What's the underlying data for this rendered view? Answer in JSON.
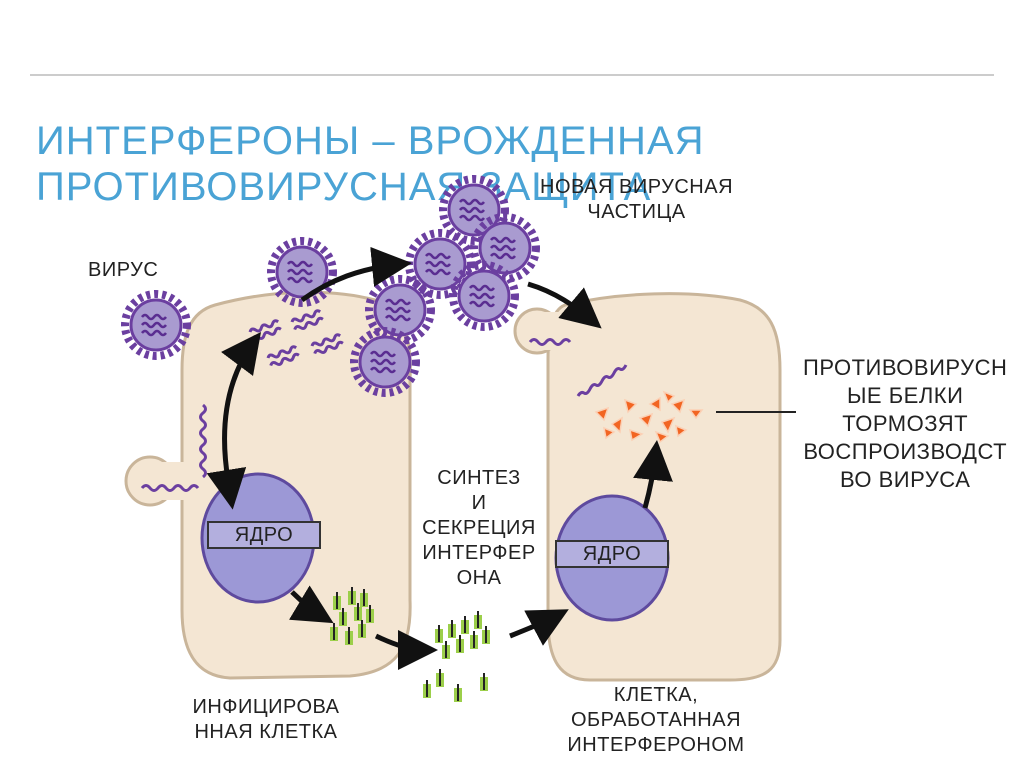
{
  "slide": {
    "title_line1": "ИНТЕРФЕРОНЫ – ВРОЖДЕННАЯ",
    "title_line2": "ПРОТИВОВИРУСНАЯ ЗАЩИТА"
  },
  "labels": {
    "virus": "ВИРУС",
    "new_particle_line1": "НОВАЯ ВИРУСНАЯ",
    "new_particle_line2": "ЧАСТИЦА",
    "antiviral_line1": "ПРОТИВОВИРУСН",
    "antiviral_line2": "ЫЕ БЕЛКИ",
    "antiviral_line3": "ТОРМОЗЯТ",
    "antiviral_line4": "ВОСПРОИЗВОДСТ",
    "antiviral_line5": "ВО ВИРУСА",
    "synthesis_line1": "СИНТЕЗ",
    "synthesis_line2": "И",
    "synthesis_line3": "СЕКРЕЦИЯ",
    "synthesis_line4": "ИНТЕРФЕР",
    "synthesis_line5": "ОНА",
    "nucleus_left": "ЯДРО",
    "nucleus_right": "ЯДРО",
    "infected_line1": "ИНФИЦИРОВА",
    "infected_line2": "ННАЯ КЛЕТКА",
    "treated_line1": "КЛЕТКА,",
    "treated_line2": "ОБРАБОТАННАЯ",
    "treated_line3": "ИНТЕРФЕРОНОМ"
  },
  "colors": {
    "title": "#4aa3d5",
    "cell_fill": "#f4e6d3",
    "cell_stroke": "#c9b59a",
    "virus_fill": "#a99bd0",
    "virus_stroke": "#6b3fa0",
    "nucleus_fill": "#9c98d6",
    "interferon": "#9ccf4a",
    "antiviral_protein": "#f26522"
  }
}
